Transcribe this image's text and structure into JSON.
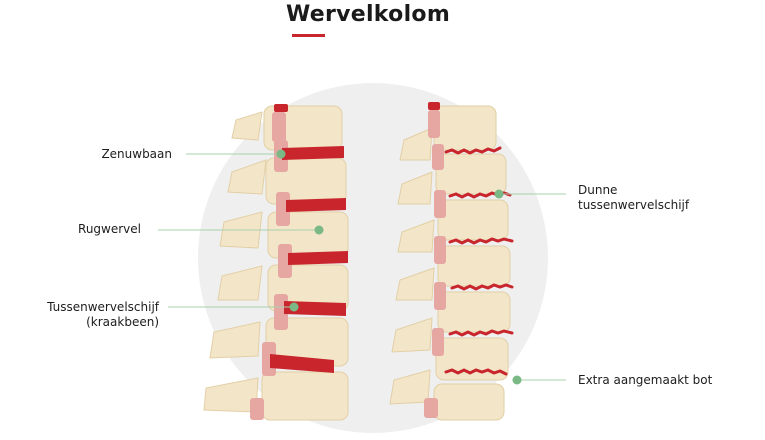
{
  "title": "Wervelkolom",
  "colors": {
    "accent": "#c8262c",
    "bone": "#f3e6c8",
    "bone_outline": "#ead9b3",
    "disc": "#c8262c",
    "nerve": "#e6a7a3",
    "marker": "#7ab886",
    "leader": "#a8d0ae",
    "backdrop": "#efefef"
  },
  "labels": {
    "nerve": "Zenuwbaan",
    "vertebra": "Rugwervel",
    "disc_line1": "Tussenwervelschijf",
    "disc_line2": "(kraakbeen)",
    "thin_disc_line1": "Dunne",
    "thin_disc_line2": "tussenwervelschijf",
    "extra_bone": "Extra aangemaakt bot"
  }
}
